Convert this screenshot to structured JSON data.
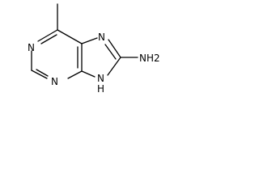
{
  "molecule": {
    "atoms": {
      "n1": "N",
      "n3": "N",
      "n7": "N",
      "n9": "N",
      "n9_h": "H",
      "amine": "NH2"
    }
  },
  "colors": {
    "bond": "#000000",
    "label": "#000000",
    "background": "#ffffff"
  }
}
